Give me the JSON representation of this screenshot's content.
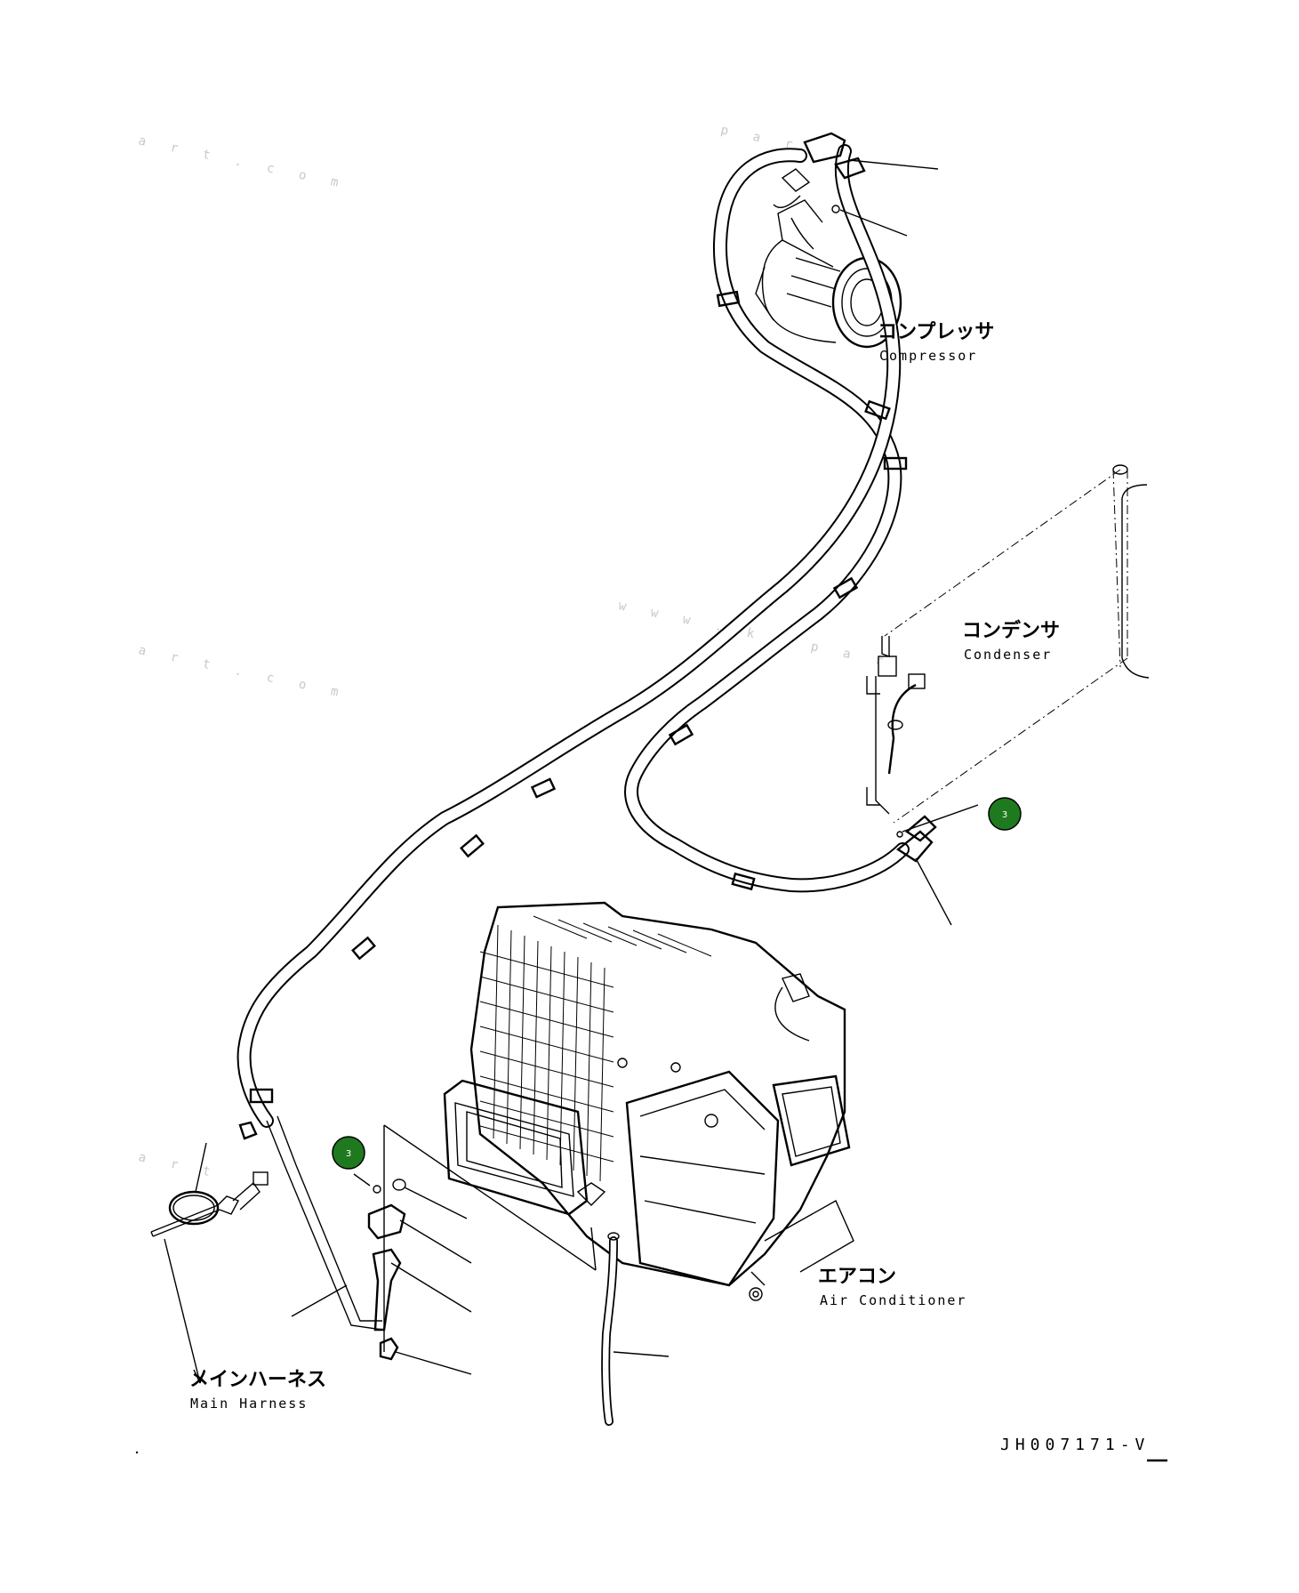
{
  "labels": {
    "compressor": {
      "jp": "コンプレッサ",
      "en": "Compressor"
    },
    "condenser": {
      "jp": "コンデンサ",
      "en": "Condenser"
    },
    "air_conditioner": {
      "jp": "エアコン",
      "en": "Air Conditioner"
    },
    "main_harness": {
      "jp": "メインハーネス",
      "en": "Main Harness"
    }
  },
  "badges": [
    {
      "number": "3"
    },
    {
      "number": "3"
    }
  ],
  "drawing_code": "JH007171-V",
  "colors": {
    "badge": "#1f7a1f",
    "line": "#000000"
  }
}
